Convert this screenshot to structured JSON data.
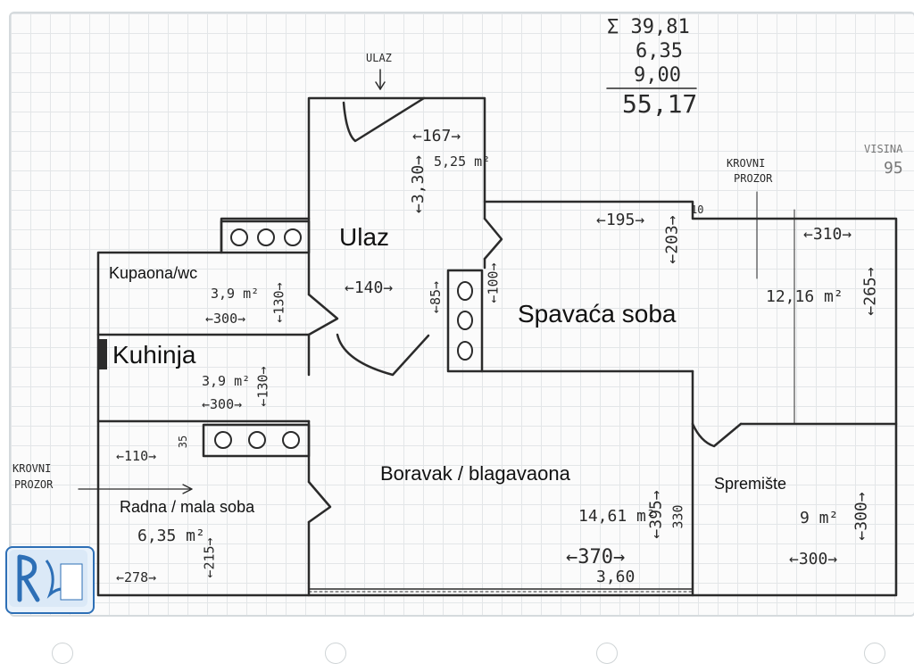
{
  "rooms": {
    "ulaz": "Ulaz",
    "kupaona": "Kupaona/wc",
    "kuhinja": "Kuhinja",
    "spavaca": "Spavaća soba",
    "boravak": "Boravak / blagavaona",
    "radna": "Radna / mala soba",
    "spremiste": "Spremište"
  },
  "sum_block": {
    "line1": "Σ 39,81",
    "line2": "6,35",
    "line3": "9,00",
    "total": "55,17"
  },
  "entrance_label": "ULAZ",
  "skylight_label_line1": "KROVNI",
  "skylight_label_line2": "PROZOR",
  "height_label": "VISINA",
  "height_value": "95",
  "dimensions": {
    "ulaz_width": "167",
    "ulaz_height": "3,30",
    "ulaz_area": "5,25 m²",
    "ulaz_140": "140",
    "ulaz_85": "85",
    "spavaca_195": "195",
    "spavaca_203": "203",
    "spavaca_100": "100",
    "spavaca_10": "10",
    "spavaca_310": "310",
    "spavaca_265": "265",
    "spavaca_area": "12,16 m²",
    "kupaona_area": "3,9 m²",
    "kupaona_130": "130",
    "kupaona_300": "300",
    "kuhinja_area": "3,9 m²",
    "kuhinja_130": "130",
    "kuhinja_300": "300",
    "radna_110": "110",
    "radna_35": "35",
    "radna_area": "6,35 m²",
    "radna_215": "215",
    "radna_278": "278",
    "boravak_area": "14,61 m²",
    "boravak_395": "395",
    "boravak_330": "330",
    "boravak_370": "370",
    "boravak_360": "3,60",
    "spremiste_area": "9 m²",
    "spremiste_300v": "300",
    "spremiste_300h": "300"
  },
  "colors": {
    "wall": "#2b2b2b",
    "grid": "#e3e6e8",
    "logo_blue": "#2d6fb6"
  },
  "icons": {
    "entrance_arrow": "arrow-down-icon",
    "burner": "circle-icon"
  }
}
